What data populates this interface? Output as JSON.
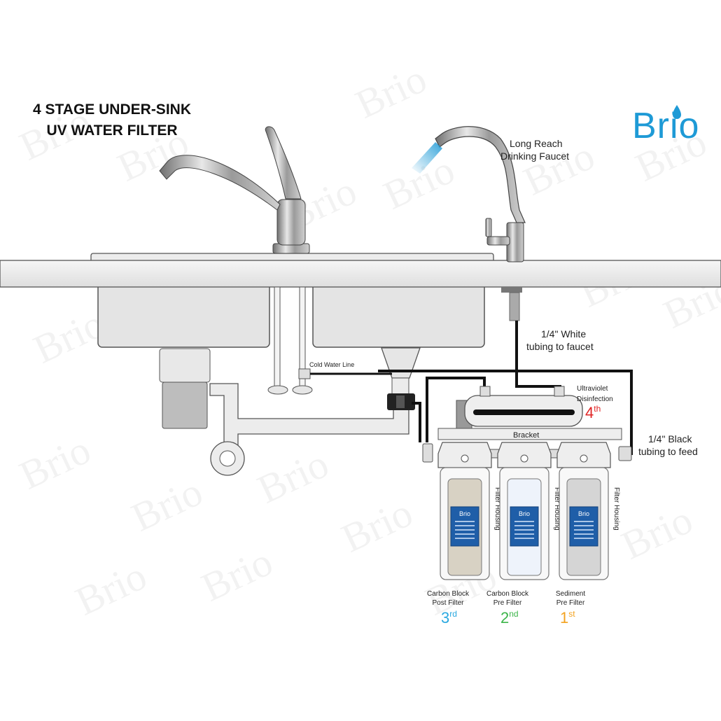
{
  "title": {
    "line1": "4 STAGE UNDER-SINK",
    "line2": "UV WATER FILTER"
  },
  "logo": {
    "text": "Brio",
    "color": "#1e9ad6"
  },
  "watermark": "Brio",
  "labels": {
    "drinking_faucet": [
      "Long Reach",
      "Drinking Faucet"
    ],
    "white_tubing": [
      "1/4\" White",
      "tubing to faucet"
    ],
    "cold_water_line": "Cold Water Line",
    "uv": [
      "Ultraviolet",
      "Disinfection"
    ],
    "bracket": "Bracket",
    "black_tubing": [
      "1/4\" Black",
      "tubing to feed"
    ],
    "housing": "Filter Housing"
  },
  "stages": [
    {
      "name": [
        "Carbon Block",
        "Post Filter"
      ],
      "num": "3",
      "sup": "rd",
      "color": "#29a8e0"
    },
    {
      "name": [
        "Carbon Block",
        "Pre Filter"
      ],
      "num": "2",
      "sup": "nd",
      "color": "#3cb54a"
    },
    {
      "name": [
        "Sediment",
        "Pre Filter"
      ],
      "num": "1",
      "sup": "st",
      "color": "#f3a21f"
    }
  ],
  "uv_stage": {
    "num": "4",
    "sup": "th",
    "color": "#e02424"
  }
}
